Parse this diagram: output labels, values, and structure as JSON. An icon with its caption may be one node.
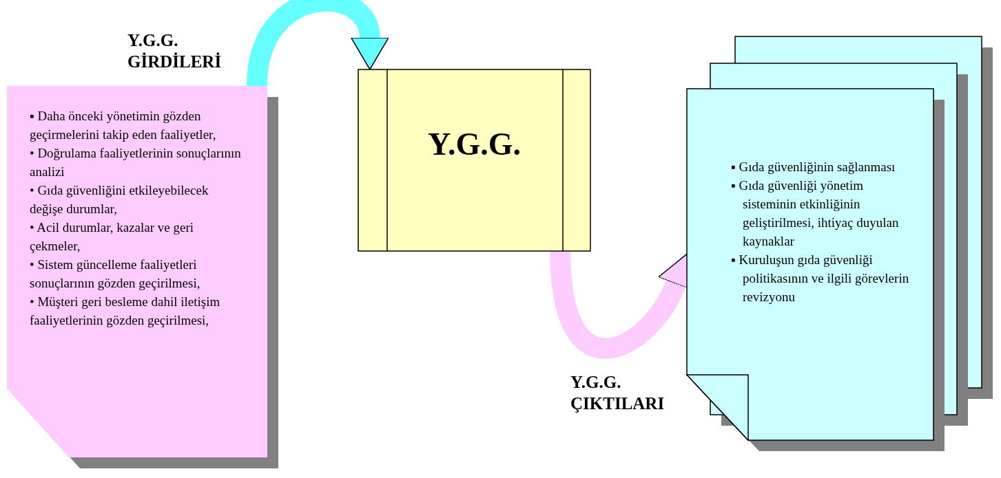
{
  "diagram": {
    "nodes": [
      {
        "text": [
          "Y.G.G. GİRDİLERİ",
          "▪ Daha önceki yönetimin gözden geçirmelerini takip eden faaliyetler,",
          "• Doğrulama faaliyetlerinin sonuçlarının analizi",
          "• Gıda güvenliğini etkileyebilecek değişe durumlar,",
          "• Acil durumlar, kazalar ve geri çekmeler,",
          "• Sistem güncelleme faaliyetleri sonuçlarının gözden geçirilmesi,",
          "• Müşteri geri besleme dahil iletişim faaliyetlerinin gözden geçirilmesi,"
        ]
      },
      {
        "text": [
          "Y.G.G."
        ]
      },
      {
        "text": [
          "Y.G.G. ÇIKTILARI",
          "▪ Gıda güvenliğinin sağlanması",
          "▪ Gıda güvenliği yönetim sisteminin etkinliğinin geliştirilmesi, ihtiyaç duyulan kaynaklar",
          "▪ Kuruluşun gıda güvenliği politikasının ve ilgili görevlerin revizyonu"
        ]
      }
    ],
    "edges": [
      {
        "from": 0,
        "to": 1,
        "arrow": "to",
        "color": "#66ffff"
      },
      {
        "from": 1,
        "to": 2,
        "arrow": "to",
        "color": "#ffccff"
      }
    ]
  }
}
